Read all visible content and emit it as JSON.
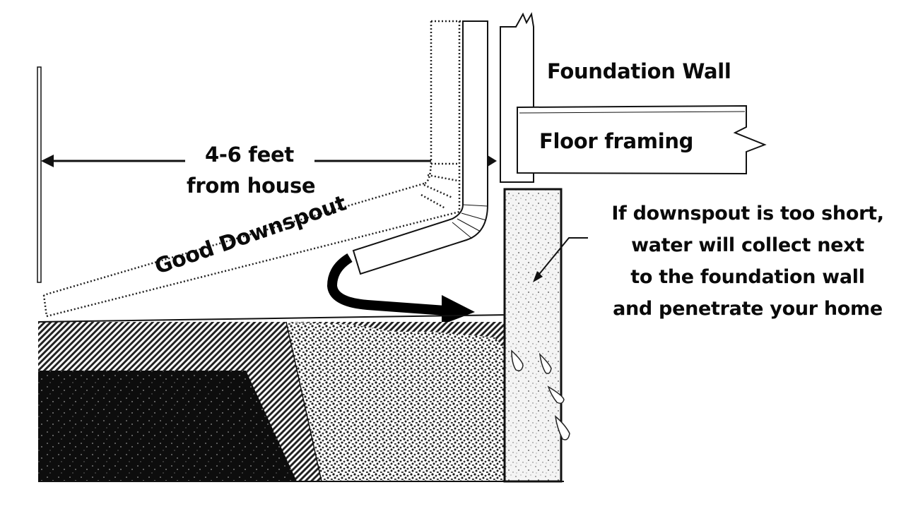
{
  "diagram": {
    "labels": {
      "foundation_wall": "Foundation Wall",
      "floor_framing": "Floor framing",
      "distance_line1": "4-6 feet",
      "distance_line2": "from house",
      "good_downspout": "Good Downspout",
      "warning_lines": [
        "If downspout is too short,",
        "water will collect next",
        "to the foundation wall",
        "and penetrate your home"
      ]
    },
    "icons": {
      "distance_arrow": "double-headed-arrow",
      "flow_arrow": "curved-arrow",
      "leader_arrow": "arrow",
      "water_drops": "droplet-icons"
    },
    "colors": {
      "ink": "#0a0a0a",
      "paper": "#ffffff",
      "concrete": "#e8e8e8",
      "soil_dark": "#111111"
    }
  }
}
